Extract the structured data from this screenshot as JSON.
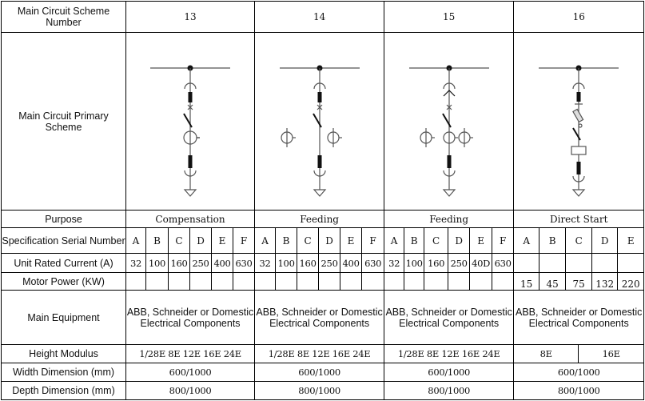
{
  "row_labels": {
    "scheme_number": "Main Circuit Scheme Number",
    "primary_scheme": "Main Circuit Primary Scheme",
    "purpose": "Purpose",
    "spec_serial": "Specification Serial Number",
    "rated_current": "Unit Rated Current (A)",
    "motor_power": "Motor Power (KW)",
    "main_equipment": "Main Equipment",
    "height_modulus": "Height Modulus",
    "width_dimension": "Width Dimension (mm)",
    "depth_dimension": "Depth Dimension (mm)"
  },
  "schemes": [
    {
      "number": "13",
      "purpose": "Compensation",
      "serials": [
        "A",
        "B",
        "C",
        "D",
        "E",
        "F"
      ],
      "currents": [
        "32",
        "100",
        "160",
        "250",
        "400",
        "630"
      ],
      "equipment": "ABB, Schneider or Domestic Electrical Components",
      "height": "1/28E 8E 12E 16E 24E",
      "width": "600/1000",
      "depth": "800/1000"
    },
    {
      "number": "14",
      "purpose": "Feeding",
      "serials": [
        "A",
        "B",
        "C",
        "D",
        "E",
        "F"
      ],
      "currents": [
        "32",
        "100",
        "160",
        "250",
        "400",
        "630"
      ],
      "equipment": "ABB, Schneider or Domestic Electrical Components",
      "height": "1/28E 8E 12E 16E 24E",
      "width": "600/1000",
      "depth": "800/1000"
    },
    {
      "number": "15",
      "purpose": "Feeding",
      "serials": [
        "A",
        "B",
        "C",
        "D",
        "E",
        "F"
      ],
      "currents": [
        "32",
        "100",
        "160",
        "250",
        "40D",
        "630"
      ],
      "equipment": "ABB, Schneider or Domestic Electrical Components",
      "height": "1/28E 8E 12E 16E 24E",
      "width": "600/1000",
      "depth": "800/1000"
    },
    {
      "number": "16",
      "purpose": "Direct Start",
      "serials": [
        "A",
        "B",
        "C",
        "D",
        "E"
      ],
      "motor_power": [
        "15",
        "45",
        "75",
        "132",
        "220"
      ],
      "equipment": "ABB, Schneider or Domestic Electrical Components",
      "height_a": "8E",
      "height_b": "16E",
      "width": "600/1000",
      "depth": "800/1000"
    }
  ]
}
